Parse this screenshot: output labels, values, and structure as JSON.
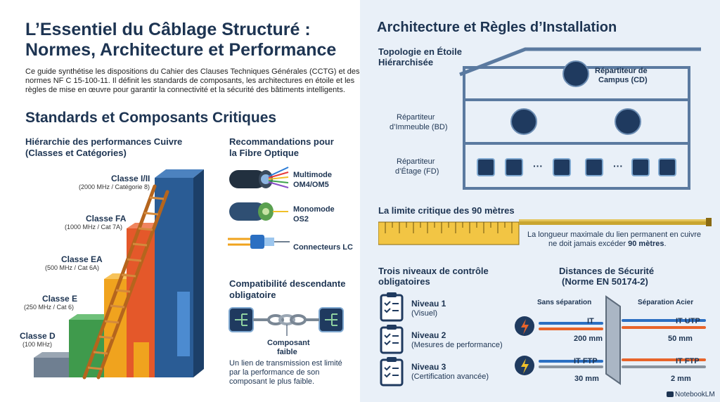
{
  "left": {
    "title_line1": "L’Essentiel du Câblage Structuré :",
    "title_line2": "Normes, Architecture et Performance",
    "intro_line1": "Ce guide synthétise les dispositions du Cahier des Clauses Techniques Générales (CCTG) et des",
    "intro_line2": "normes NF C 15-100-11. Il définit les standards de composants, les architectures en étoile et les",
    "intro_line3": "règles de mise en œuvre pour garantir la connectivité et la sécurité des bâtiments intelligents.",
    "section_title": "Standards et Composants Critiques",
    "copper": {
      "heading_line1": "Hiérarchie des performances Cuivre",
      "heading_line2": "(Classes et Catégories)",
      "classes": [
        {
          "name": "Classe I/II",
          "detail": "(2000 MHz / Catégorie 8)"
        },
        {
          "name": "Classe FA",
          "detail": "(1000 MHz / Cat 7A)"
        },
        {
          "name": "Classe EA",
          "detail": "(500 MHz / Cat 6A)"
        },
        {
          "name": "Classe E",
          "detail": "(250 MHz / Cat 6)"
        },
        {
          "name": "Classe D",
          "detail": "(100 MHz)"
        }
      ]
    },
    "fiber": {
      "heading_line1": "Recommandations pour",
      "heading_line2": "la Fibre Optique",
      "items": [
        {
          "line1": "Multimode",
          "line2": "OM4/OM5"
        },
        {
          "line1": "Monomode",
          "line2": "OS2"
        },
        {
          "line1": "Connecteurs LC",
          "line2": ""
        }
      ]
    },
    "compat": {
      "heading_line1": "Compatibilité descendante",
      "heading_line2": "obligatoire",
      "weak_line1": "Composant",
      "weak_line2": "faible",
      "text_line1": "Un lien de transmission est limité",
      "text_line2": "par la performance de son",
      "text_line3": "composant le plus faible."
    }
  },
  "right": {
    "title": "Architecture et Règles d’Installation",
    "topology_line1": "Topologie en Étoile",
    "topology_line2": "Hiérarchisée",
    "cd_line1": "Répartiteur de",
    "cd_line2": "Campus (CD)",
    "bd_line1": "Répartiteur",
    "bd_line2": "d’Immeuble (BD)",
    "fd_line1": "Répartiteur",
    "fd_line2": "d’Étage (FD)",
    "ellipsis": "···",
    "limit_title": "La limite critique des 90 mètres",
    "limit_text_line1": "La longueur maximale du lien permanent en cuivre",
    "limit_text_line2_a": "ne doit jamais excéder ",
    "limit_text_line2_b": "90 mètres",
    "limit_text_line2_c": ".",
    "levels_title_line1": "Trois niveaux de contrôle",
    "levels_title_line2": "obligatoires",
    "levels": [
      {
        "name": "Niveau 1",
        "detail": "(Visuel)"
      },
      {
        "name": "Niveau 2",
        "detail": "(Mesures de performance)"
      },
      {
        "name": "Niveau 3",
        "detail": "(Certification avancée)"
      }
    ],
    "distances_title_line1": "Distances de Sécurité",
    "distances_title_line2": "(Norme EN 50174-2)",
    "no_sep": "Sans séparation",
    "steel_sep": "Séparation Acier",
    "it": "IT",
    "it_200": "200 mm",
    "it_ftp": "IT FTP",
    "it_ftp_30": "30 mm",
    "it_utp": "IT UTP",
    "it_utp_50": "50 mm",
    "it_ftp2": "IT FTP",
    "it_ftp_2": "2 mm",
    "brand": "NotebookLM"
  },
  "colors": {
    "navy": "#1d3452",
    "classD": "#6f7f91",
    "classE": "#3f9a4c",
    "classEA": "#f0a31e",
    "classFA": "#e4582a",
    "classI": "#2a5c95",
    "ruler": "#f2c544"
  }
}
